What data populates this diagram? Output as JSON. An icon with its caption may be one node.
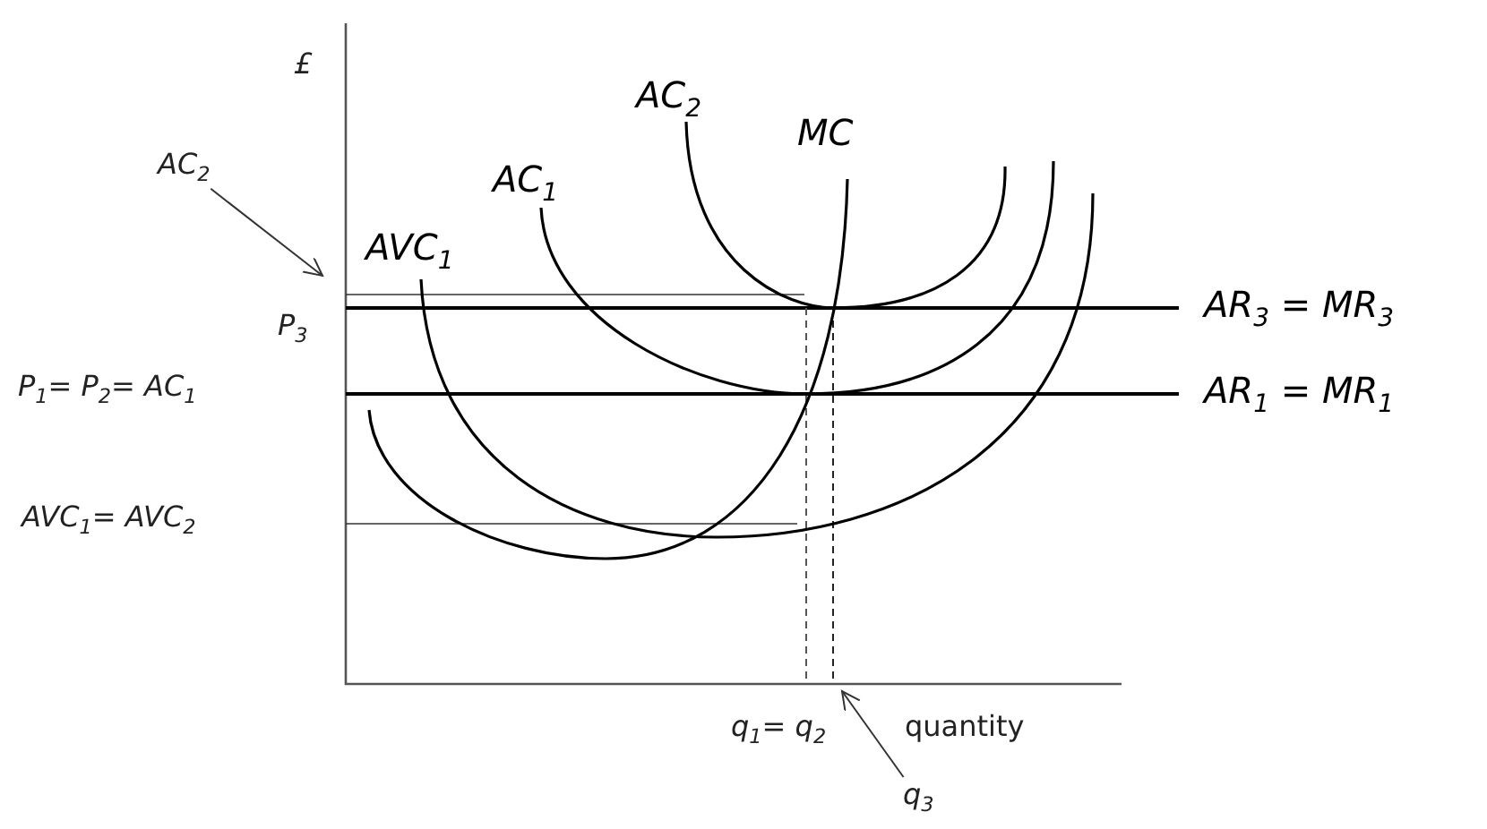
{
  "diagram": {
    "nodes": [
      {
        "text": [
          "AC$_{2}$"
        ]
      },
      {
        "text": [
          "q$_{3}$"
        ]
      }
    ],
    "edges": [
      {
        "from": 0,
        "to": null,
        "arrow": "to"
      },
      {
        "from": 1,
        "to": null,
        "arrow": "to"
      }
    ],
    "labels": [
      "£",
      "AC$_{2}$",
      "AC$_{1}$",
      "MC",
      "AVC$_{1}$",
      "P$_{3}$",
      "AR$_{3}$ = MR$_{3}$",
      "P$_{1}$= P$_{2}$= AC$_{1}$",
      "AR$_{1}$ = MR$_{1}$",
      "AVC$_{1}$= AVC$_{2}$",
      "q$_{1}$= q$_{2}$",
      "quantity"
    ]
  }
}
